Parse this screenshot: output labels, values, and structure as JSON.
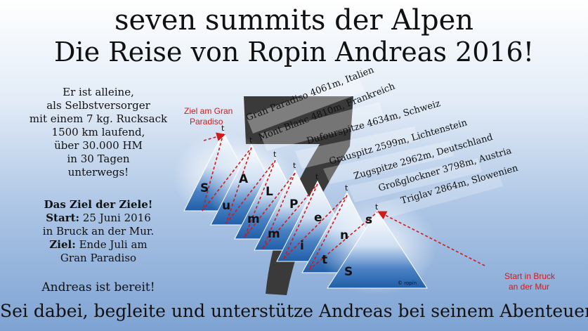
{
  "title_line1": "seven summits der Alpen",
  "title_line2": "Die Reise von Ropin Andreas 2016!",
  "intro_lines": [
    "Er ist alleine,",
    "als Selbstversorger",
    "mit einem 7 kg. Rucksack",
    "1500 km laufend,",
    "über 30.000 HM",
    "in 30 Tagen",
    "unterwegs!"
  ],
  "goal": {
    "heading": "Das Ziel der Ziele!",
    "start_label": "Start:",
    "start_value": " 25 Juni 2016",
    "start_place": "in Bruck an der Mur.",
    "end_label": "Ziel:",
    "end_value": " Ende Juli am",
    "end_place": "Gran Paradiso"
  },
  "ready": "Andreas ist bereit!",
  "footer": "Sei dabei, begleite und unterstütze Andreas bei seinem Abenteuer!",
  "big_number": "7",
  "peak_marker": "t",
  "summits": [
    "Gran Paradiso 4061m, Italien",
    "Mont Blanc 4810m, Frankreich",
    "Dufourspitze 4634m, Schweiz",
    "Grauspitz 2599m, Lichtenstein",
    "Zugspitze 2962m, Deutschland",
    "Großglockner 3798m, Austria",
    "Triglav 2864m, Slowenien"
  ],
  "letters_upper": [
    "S",
    "A",
    "L",
    "P",
    "e",
    "n",
    "S"
  ],
  "letters_lower": [
    "u",
    "m",
    "m",
    "i",
    "t",
    "s"
  ],
  "note_goal_line1": "Ziel am Gran",
  "note_goal_line2": "Paradiso",
  "note_start_line1": "Start in Bruck",
  "note_start_line2": "an der Mur",
  "copyright": "© ropin",
  "colors": {
    "accent_red": "#d21a1a",
    "mountain_blue": "#1f5ea8",
    "seven_gray": "#3a3a3a"
  }
}
